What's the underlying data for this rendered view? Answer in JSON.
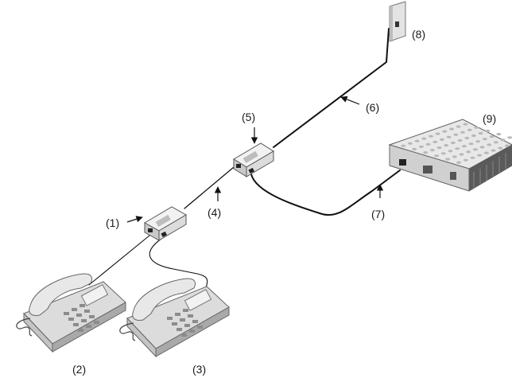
{
  "callouts": {
    "splitter_1": "(1)",
    "phone_2": "(2)",
    "phone_3": "(3)",
    "line_4": "(4)",
    "splitter_5": "(5)",
    "line_6": "(6)",
    "line_7": "(7)",
    "wall_jack_8": "(8)",
    "modem_9": "(9)"
  },
  "colors": {
    "cable": "#111111",
    "device_light": "#e6e6e6",
    "device_mid": "#c9c9c9",
    "device_dark": "#9a9a9a",
    "modem_body": "#d9d9d9",
    "modem_side": "#555555",
    "outline": "#444444"
  },
  "icons": {
    "splitter": "splitter-icon",
    "phone": "telephone-icon",
    "modem": "modem-icon",
    "wall_jack": "wall-jack-icon",
    "arrow": "arrow-icon"
  }
}
